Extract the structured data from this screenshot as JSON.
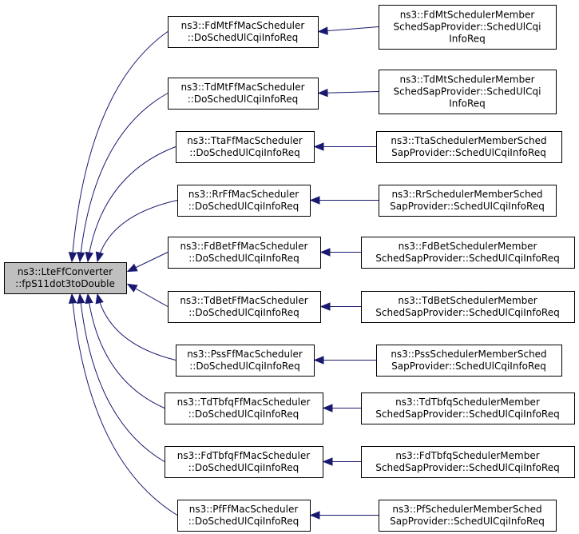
{
  "colors": {
    "edge": "#191970",
    "root_fill": "#bfbfbf",
    "node_fill": "#ffffff",
    "border": "#000000"
  },
  "root": {
    "lines": [
      "ns3::LteFfConverter",
      "::fpS11dot3toDouble"
    ]
  },
  "callers": [
    {
      "lines": [
        "ns3::FdMtFfMacScheduler",
        "::DoSchedUlCqiInfoReq"
      ]
    },
    {
      "lines": [
        "ns3::TdMtFfMacScheduler",
        "::DoSchedUlCqiInfoReq"
      ]
    },
    {
      "lines": [
        "ns3::TtaFfMacScheduler",
        "::DoSchedUlCqiInfoReq"
      ]
    },
    {
      "lines": [
        "ns3::RrFfMacScheduler",
        "::DoSchedUlCqiInfoReq"
      ]
    },
    {
      "lines": [
        "ns3::FdBetFfMacScheduler",
        "::DoSchedUlCqiInfoReq"
      ]
    },
    {
      "lines": [
        "ns3::TdBetFfMacScheduler",
        "::DoSchedUlCqiInfoReq"
      ]
    },
    {
      "lines": [
        "ns3::PssFfMacScheduler",
        "::DoSchedUlCqiInfoReq"
      ]
    },
    {
      "lines": [
        "ns3::TdTbfqFfMacScheduler",
        "::DoSchedUlCqiInfoReq"
      ]
    },
    {
      "lines": [
        "ns3::FdTbfqFfMacScheduler",
        "::DoSchedUlCqiInfoReq"
      ]
    },
    {
      "lines": [
        "ns3::PfFfMacScheduler",
        "::DoSchedUlCqiInfoReq"
      ]
    }
  ],
  "sap_callers": [
    {
      "lines": [
        "ns3::FdMtSchedulerMember",
        "SchedSapProvider::SchedUlCqi",
        "InfoReq"
      ]
    },
    {
      "lines": [
        "ns3::TdMtSchedulerMember",
        "SchedSapProvider::SchedUlCqi",
        "InfoReq"
      ]
    },
    {
      "lines": [
        "ns3::TtaSchedulerMemberSched",
        "SapProvider::SchedUlCqiInfoReq"
      ]
    },
    {
      "lines": [
        "ns3::RrSchedulerMemberSched",
        "SapProvider::SchedUlCqiInfoReq"
      ]
    },
    {
      "lines": [
        "ns3::FdBetSchedulerMember",
        "SchedSapProvider::SchedUlCqiInfoReq"
      ]
    },
    {
      "lines": [
        "ns3::TdBetSchedulerMember",
        "SchedSapProvider::SchedUlCqiInfoReq"
      ]
    },
    {
      "lines": [
        "ns3::PssSchedulerMemberSched",
        "SapProvider::SchedUlCqiInfoReq"
      ]
    },
    {
      "lines": [
        "ns3::TdTbfqSchedulerMember",
        "SchedSapProvider::SchedUlCqiInfoReq"
      ]
    },
    {
      "lines": [
        "ns3::FdTbfqSchedulerMember",
        "SchedSapProvider::SchedUlCqiInfoReq"
      ]
    },
    {
      "lines": [
        "ns3::PfSchedulerMemberSched",
        "SapProvider::SchedUlCqiInfoReq"
      ]
    }
  ]
}
